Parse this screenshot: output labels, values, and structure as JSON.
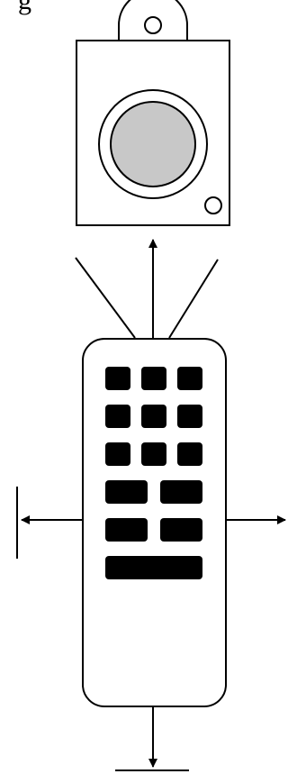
{
  "diagram": {
    "top_fragment": "g",
    "colors": {
      "stroke": "#000000",
      "lens": "#c8c8c8",
      "key": "#000000",
      "background": "#ffffff"
    },
    "parts": [
      "camera-unit",
      "remote-control",
      "ir-signal-lines",
      "arrows",
      "barriers"
    ],
    "keypad": {
      "rows": [
        3,
        3,
        3,
        2,
        2,
        1
      ]
    }
  }
}
